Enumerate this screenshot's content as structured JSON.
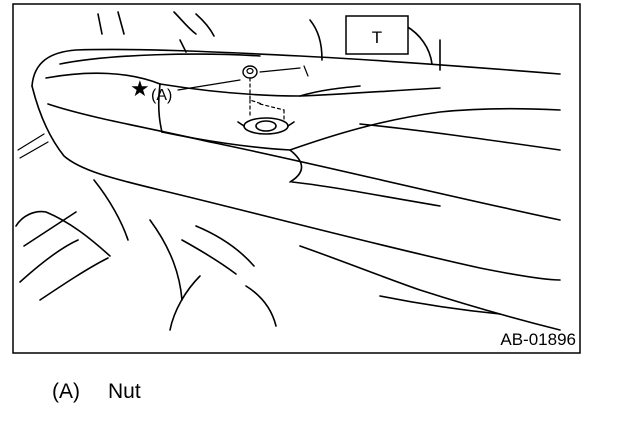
{
  "figure": {
    "id_label": "AB-01896",
    "view_box_label": "T",
    "callout_label": "(A)",
    "callout_marker": "★"
  },
  "legend": [
    {
      "key": "(A)",
      "description": "Nut"
    }
  ]
}
